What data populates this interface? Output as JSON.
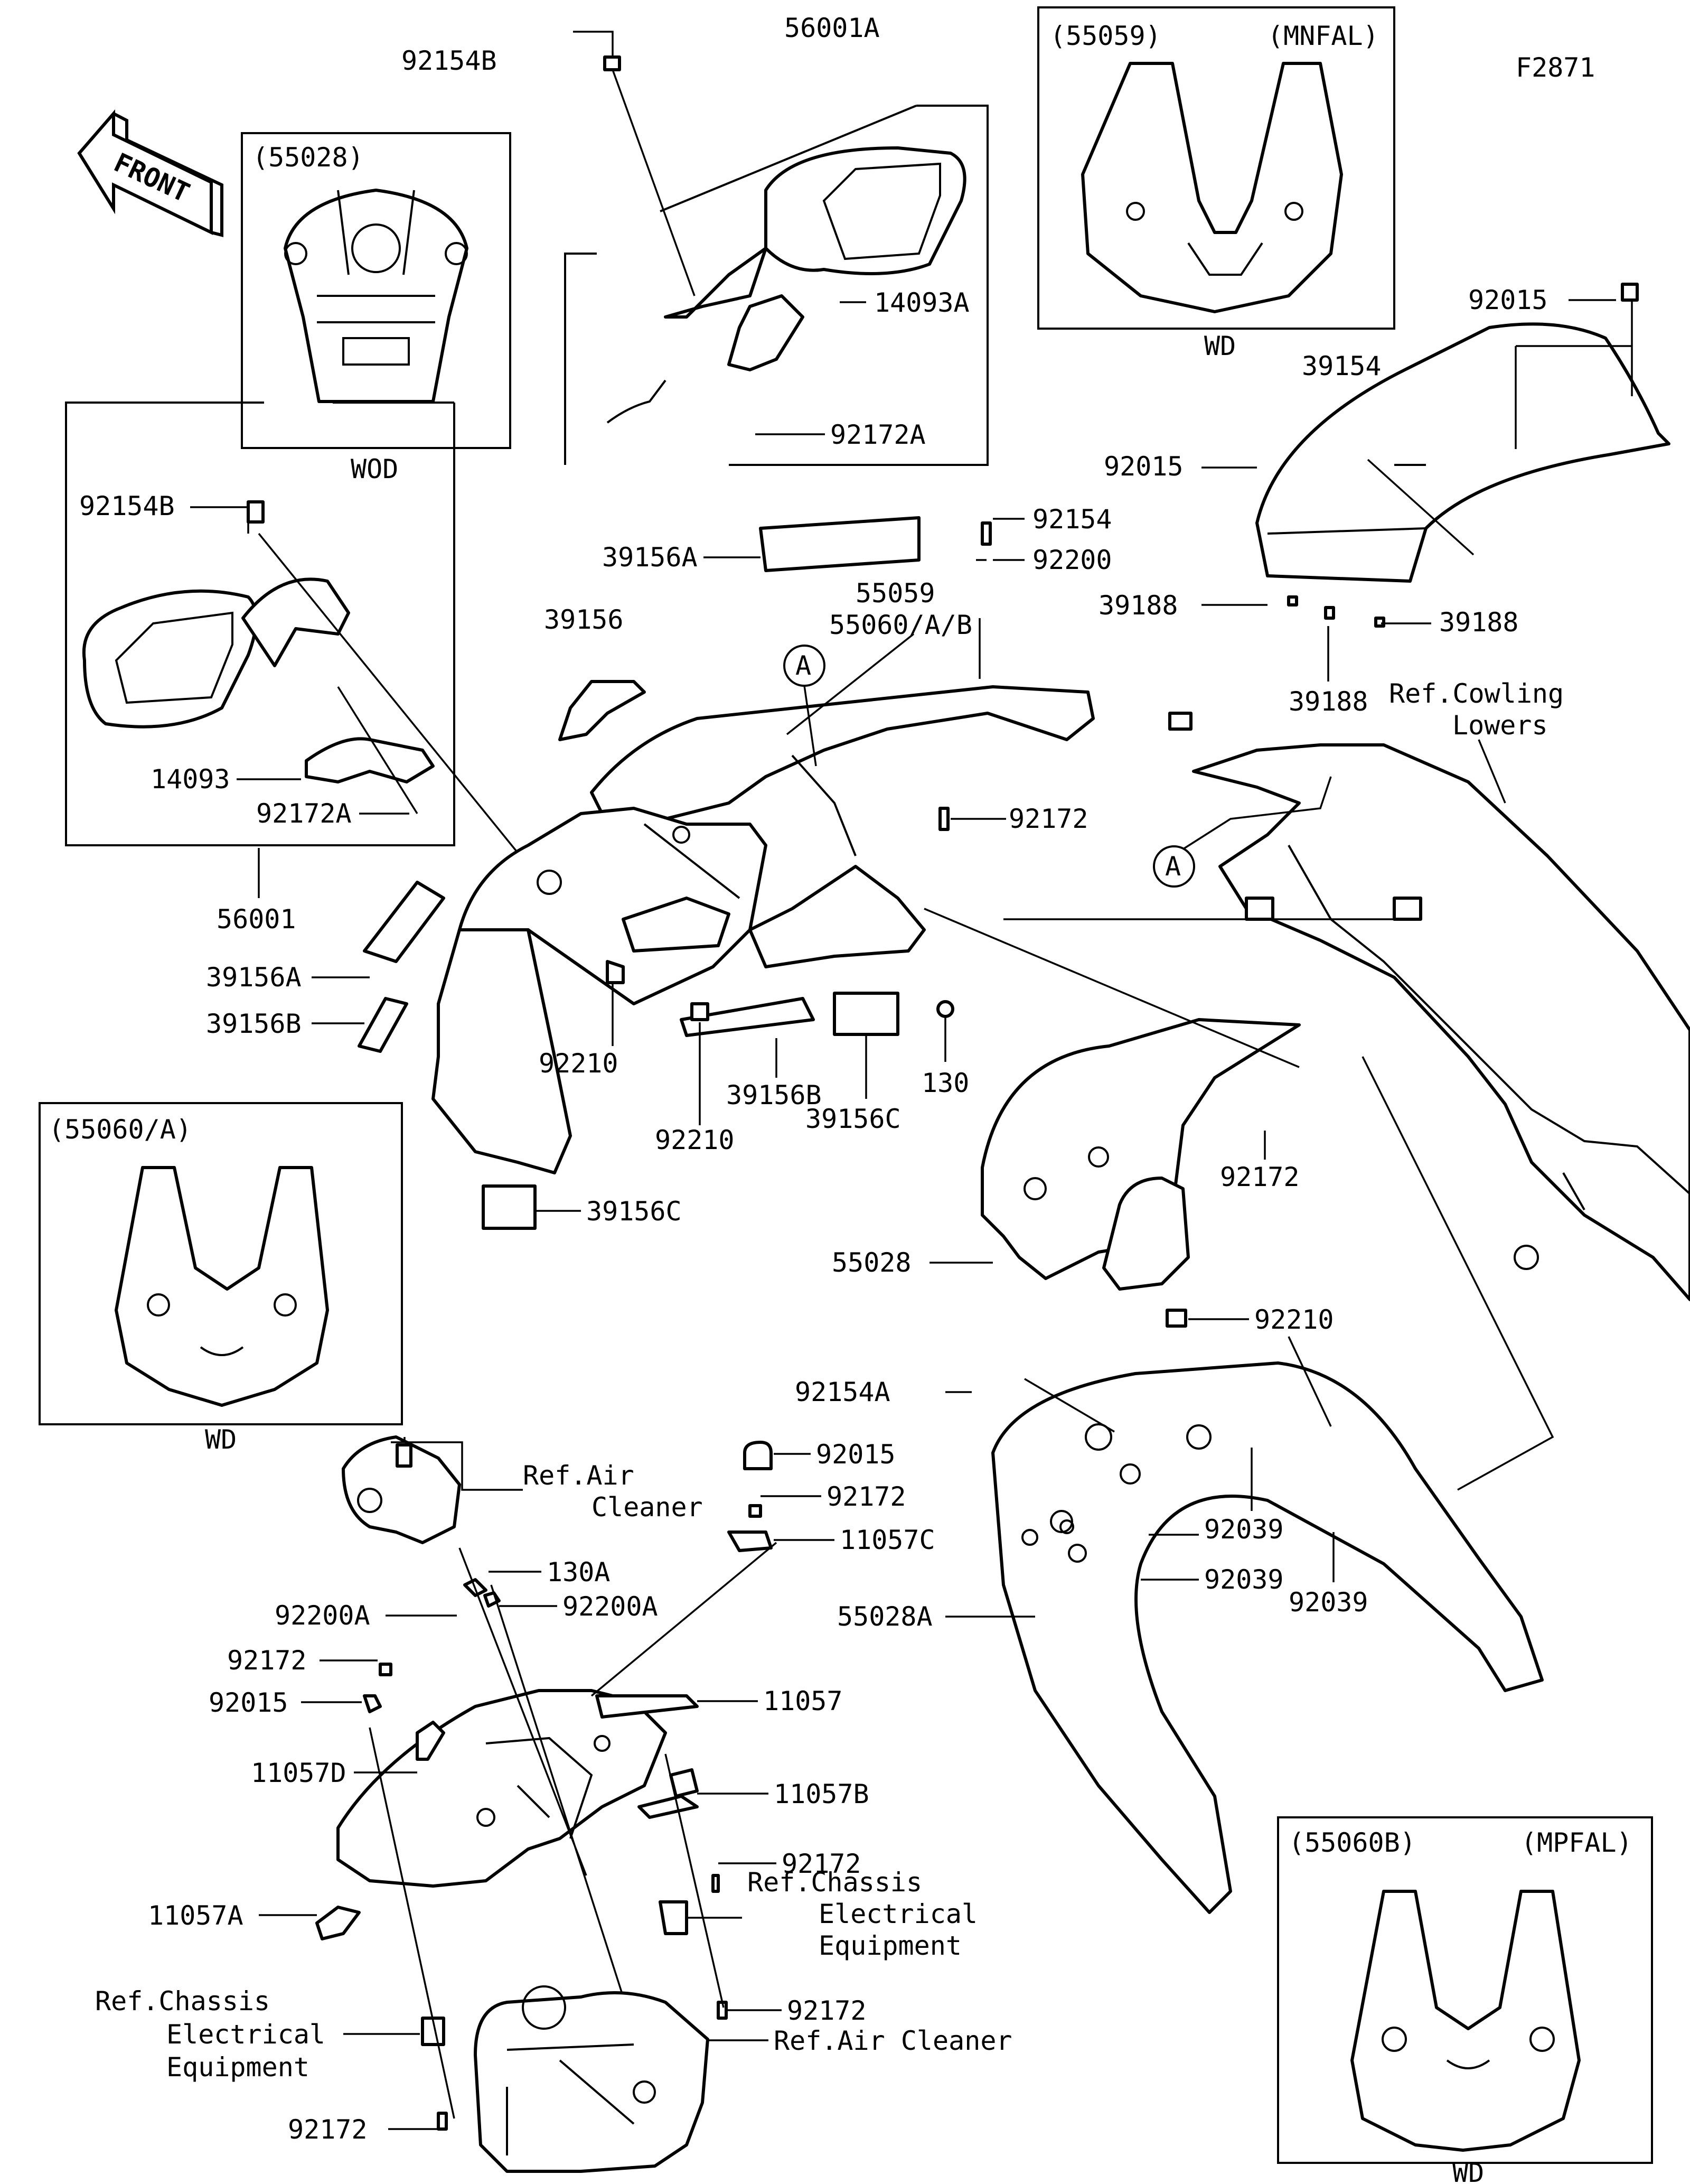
{
  "diagram_code": "F2871",
  "front_label": "FRONT",
  "callout_a": "A",
  "variants": {
    "v55028": {
      "code": "(55028)",
      "label": "WOD"
    },
    "v55059": {
      "code": "(55059)",
      "tag": "(MNFAL)",
      "label": "WD"
    },
    "v55060a": {
      "code": "(55060/A)",
      "label": "WD"
    },
    "v55060b": {
      "code": "(55060B)",
      "tag": "(MPFAL)",
      "label": "WD"
    }
  },
  "parts": {
    "p56001A": "56001A",
    "p92154B_top": "92154B",
    "p14093A": "14093A",
    "p92172A_top": "92172A",
    "p92015_top": "92015",
    "p39154": "39154",
    "p92015_mid": "92015",
    "p39188_left": "39188",
    "p39188_right": "39188",
    "p39188_bottom": "39188",
    "p92154B_left": "92154B",
    "p14093": "14093",
    "p92172A_left": "92172A",
    "p56001": "56001",
    "p39156A_top": "39156A",
    "p92154": "92154",
    "p92200": "92200",
    "p55059": "55059",
    "p55060AB": "55060/A/B",
    "p39156": "39156",
    "p92172_mid": "92172",
    "p39156A_left": "39156A",
    "p39156B_left": "39156B",
    "p92210_a": "92210",
    "p92210_b": "92210",
    "p39156B_mid": "39156B",
    "p39156C_mid": "39156C",
    "p130": "130",
    "p39156C_left": "39156C",
    "p92172_right": "92172",
    "p55028": "55028",
    "p92210_c": "92210",
    "p92154A": "92154A",
    "p55028A": "55028A",
    "p92039_a": "92039",
    "p92039_b": "92039",
    "p92039_c": "92039",
    "p92015_low": "92015",
    "p92172_low": "92172",
    "p11057C": "11057C",
    "p130A": "130A",
    "p92200A_left": "92200A",
    "p92200A_right": "92200A",
    "p92172_lowleft": "92172",
    "p92015_lowleft": "92015",
    "p11057D": "11057D",
    "p11057": "11057",
    "p11057B": "11057B",
    "p92172_b1": "92172",
    "p11057A": "11057A",
    "p92172_b2": "92172",
    "p92172_b3": "92172"
  },
  "refs": {
    "cowling_1": "Ref.Cowling",
    "cowling_2": "Lowers",
    "air1_1": "Ref.Air",
    "air1_2": "Cleaner",
    "chassis1_1": "Ref.Chassis",
    "chassis1_2": "Electrical",
    "chassis1_3": "Equipment",
    "chassis2_1": "Ref.Chassis",
    "chassis2_2": "Electrical",
    "chassis2_3": "Equipment",
    "air2": "Ref.Air Cleaner"
  }
}
